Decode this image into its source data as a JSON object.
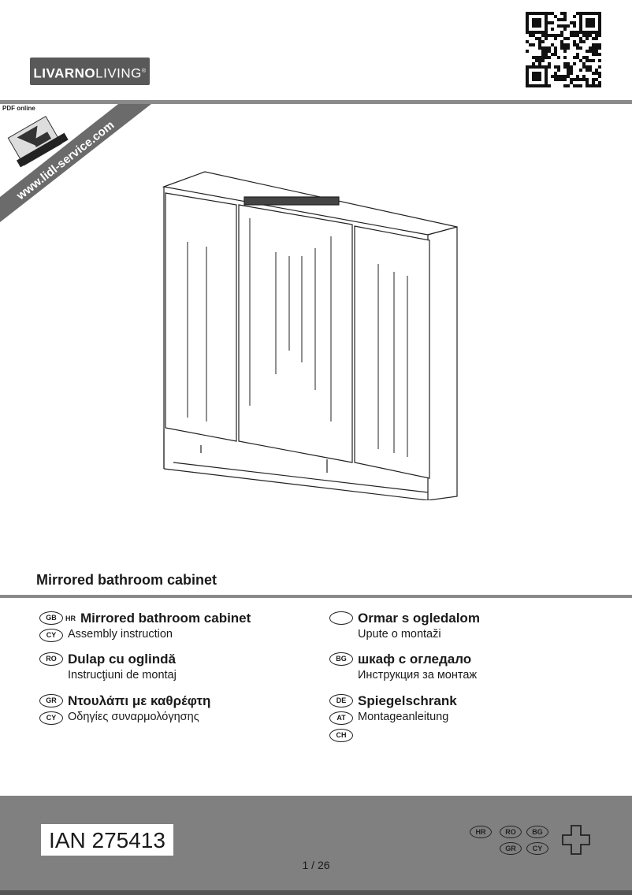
{
  "brand": {
    "logo_bold": "LIVARNO",
    "logo_light": "LIVING",
    "trademark": "®"
  },
  "banner": {
    "url": "www.lidl-service.com",
    "icon_text": "PDF online",
    "icon": "pdf-online-icon"
  },
  "product_title": "Mirrored bathroom cabinet",
  "languages": [
    {
      "badges": [
        "GB",
        "HR"
      ],
      "title": "Mirrored bathroom cabinet",
      "badges2": [
        "CY"
      ],
      "subtitle": "Assembly instruction"
    },
    {
      "badges": [
        ""
      ],
      "title": "Ormar s ogledalom",
      "badges2": [],
      "subtitle": "Upute o montaži"
    },
    {
      "badges": [
        "RO"
      ],
      "title": "Dulap cu oglindă",
      "badges2": [],
      "subtitle": "Instrucţiuni de montaj"
    },
    {
      "badges": [
        "BG"
      ],
      "title": "шкаф с огледало",
      "badges2": [],
      "subtitle": "Инструкция за монтаж"
    },
    {
      "badges": [
        "GR"
      ],
      "title": "Ντουλάπι με καθρέφτη",
      "badges2": [
        "CY"
      ],
      "subtitle": "Οδηγίες συναρμολόγησης"
    },
    {
      "badges": [
        "DE"
      ],
      "title": "Spiegelschrank",
      "badges2": [
        "AT",
        "CH"
      ],
      "subtitle": "Montageanleitung"
    }
  ],
  "footer": {
    "ian": "IAN 275413",
    "page": "1 / 26",
    "country_badges": [
      "HR",
      "RO",
      "BG",
      "GR",
      "CY"
    ],
    "cross_icon": "swiss-cross-icon"
  },
  "colors": {
    "gray": "#808080",
    "logo_bg": "#595959"
  }
}
